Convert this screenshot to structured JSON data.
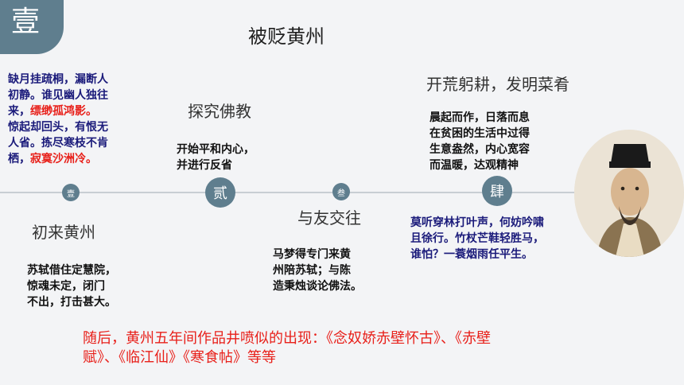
{
  "corner_label": "壹",
  "title": "被贬黄州",
  "poem_lines": [
    {
      "text": "缺月挂疏桐，漏断人",
      "highlight": ""
    },
    {
      "text": "初静。谁见幽人独往",
      "highlight": ""
    },
    {
      "text": "来，",
      "highlight": "缥缈孤鸿影。"
    },
    {
      "text": "惊起却回头，有恨无",
      "highlight": ""
    },
    {
      "text": "人省。拣尽寒枝不肯",
      "highlight": ""
    },
    {
      "text": "栖，",
      "highlight": "寂寞沙洲冷。"
    }
  ],
  "stages": [
    {
      "node": "壹",
      "title": "初来黄州",
      "text_lines": [
        "苏轼借住定慧院，",
        "惊魂未定，闭门",
        "不出，打击甚大。"
      ]
    },
    {
      "node": "贰",
      "title": "探究佛教",
      "text_lines": [
        "开始平和内心，",
        "并进行反省"
      ]
    },
    {
      "node": "叁",
      "title": "与友交往",
      "text_lines": [
        "马梦得专门来黄",
        "州陪苏轼；与陈",
        "造秉烛谈论佛法。"
      ]
    },
    {
      "node": "肆",
      "title": "开荒躬耕，发明菜肴",
      "text_lines": [
        "晨起而作，日落而息",
        "在贫困的生活中过得",
        "生意盎然，内心宽容",
        "而温暖，达观精神"
      ]
    }
  ],
  "poem2_lines": [
    "莫听穿林打叶声，何妨吟啸",
    "且徐行。竹杖芒鞋轻胜马，",
    "谁怕？一蓑烟雨任平生。"
  ],
  "bottom_note": "随后，黄州五年间作品井喷似的出现：《念奴娇赤壁怀古》、《赤壁赋》、《临江仙》《寒食帖》等等",
  "colors": {
    "accent": "#5f7e8e",
    "highlight": "#e8201a",
    "poem": "#1a1a7a"
  }
}
